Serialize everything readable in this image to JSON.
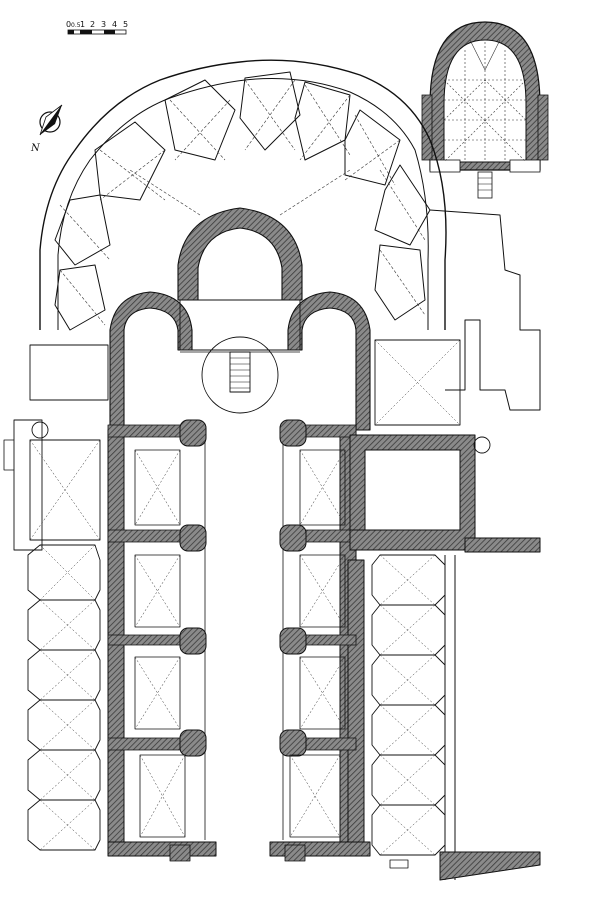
{
  "scale_bar": {
    "labels": [
      "0",
      "0.5",
      "1",
      "2",
      "3",
      "4",
      "5"
    ]
  },
  "north_arrow": {
    "label": "N"
  },
  "colors": {
    "ink": "#1a1a1a",
    "wall_hatch": "#6b6b6b",
    "paper": "#ffffff"
  },
  "icons": {
    "compass": "north-arrow-icon",
    "stair": "stair-icon"
  }
}
